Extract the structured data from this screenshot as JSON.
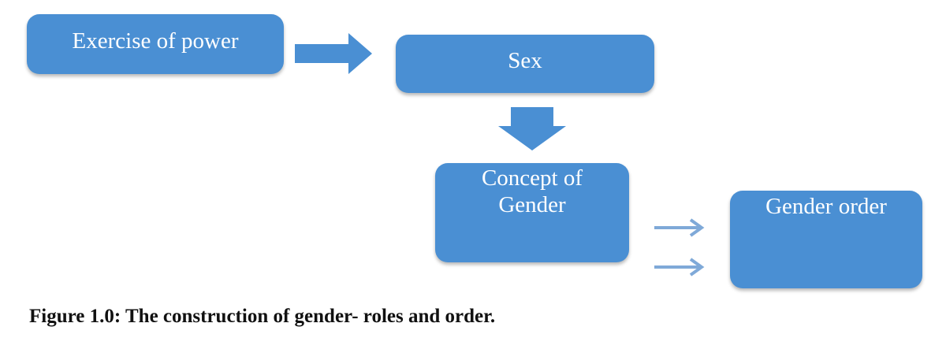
{
  "diagram": {
    "nodes": {
      "exercise_of_power": "Exercise of power",
      "sex": "Sex",
      "concept_of_gender_line1": "Concept of",
      "concept_of_gender_line2": "Gender",
      "gender_order": "Gender order"
    },
    "edges": [
      {
        "from": "Exercise of power",
        "to": "Sex",
        "style": "block-arrow"
      },
      {
        "from": "Sex",
        "to": "Concept of Gender",
        "style": "block-arrow"
      },
      {
        "from": "Concept of Gender",
        "to": "Gender order",
        "style": "thin-arrow"
      },
      {
        "from": "Concept of Gender",
        "to": "Gender order",
        "style": "thin-arrow"
      }
    ],
    "colors": {
      "node_fill": "#4a8fd3",
      "node_text": "#ffffff",
      "block_arrow": "#4a8fd3",
      "thin_arrow": "#7fa9d8"
    }
  },
  "caption": "Figure 1.0: The construction of gender- roles and order."
}
